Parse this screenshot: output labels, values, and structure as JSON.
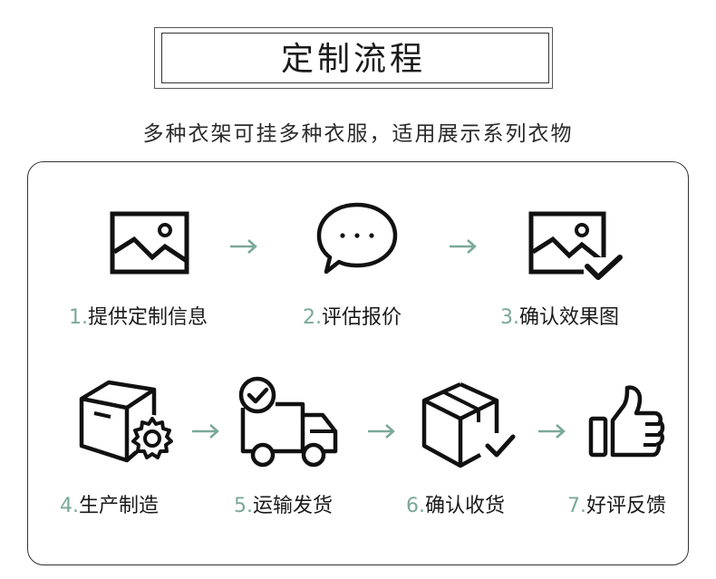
{
  "header": {
    "title": "定制流程"
  },
  "subtitle": "多种衣架可挂多种衣服，适用展示系列衣物",
  "accent_color": "#7aa89a",
  "steps": [
    {
      "num": "1.",
      "label": "提供定制信息",
      "icon": "image-icon"
    },
    {
      "num": "2.",
      "label": "评估报价",
      "icon": "chat-bubble-icon"
    },
    {
      "num": "3.",
      "label": "确认效果图",
      "icon": "image-check-icon"
    },
    {
      "num": "4.",
      "label": "生产制造",
      "icon": "box-gear-icon"
    },
    {
      "num": "5.",
      "label": "运输发货",
      "icon": "delivery-truck-icon"
    },
    {
      "num": "6.",
      "label": "确认收货",
      "icon": "box-check-icon"
    },
    {
      "num": "7.",
      "label": "好评反馈",
      "icon": "thumbs-up-icon"
    }
  ]
}
